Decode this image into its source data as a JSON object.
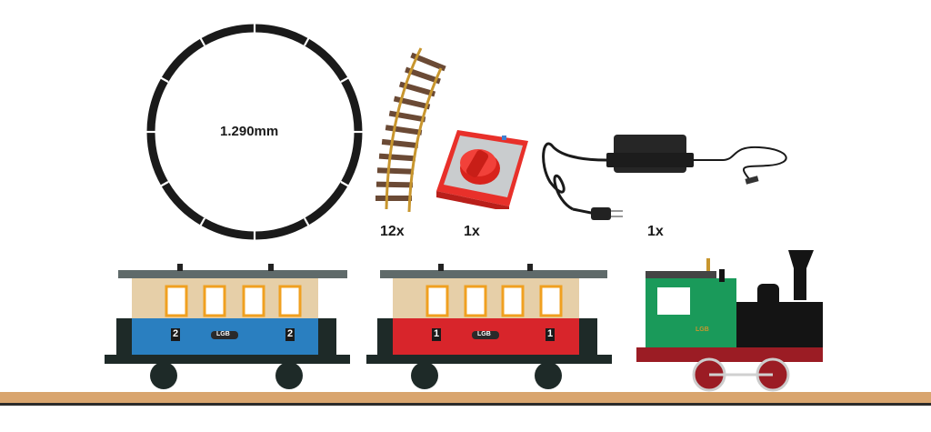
{
  "product": {
    "brand": "LGB",
    "circle": {
      "diameter_label": "1.290mm",
      "segments": 12
    },
    "items": [
      {
        "name": "curved-track",
        "quantity": "12x"
      },
      {
        "name": "controller",
        "quantity": "1x"
      },
      {
        "name": "power-supply",
        "quantity": "1x"
      }
    ],
    "cars": [
      {
        "name": "coach-second-class",
        "color": "#2a7fc0",
        "class_number": "2",
        "logo": "LGB"
      },
      {
        "name": "coach-first-class",
        "color": "#d8252b",
        "class_number": "1",
        "logo": "LGB"
      },
      {
        "name": "steam-locomotive",
        "color": "#1a9a5a",
        "logo": "LGB"
      }
    ]
  },
  "colors": {
    "track_wood": "#d9a56e",
    "track_ballast": "#2b2b2b",
    "coach_upper": "#e6cfa8",
    "window_frame": "#f0a020",
    "roof": "#5f6a6a",
    "chassis": "#1e2a28",
    "loco_red": "#9b1c24"
  }
}
